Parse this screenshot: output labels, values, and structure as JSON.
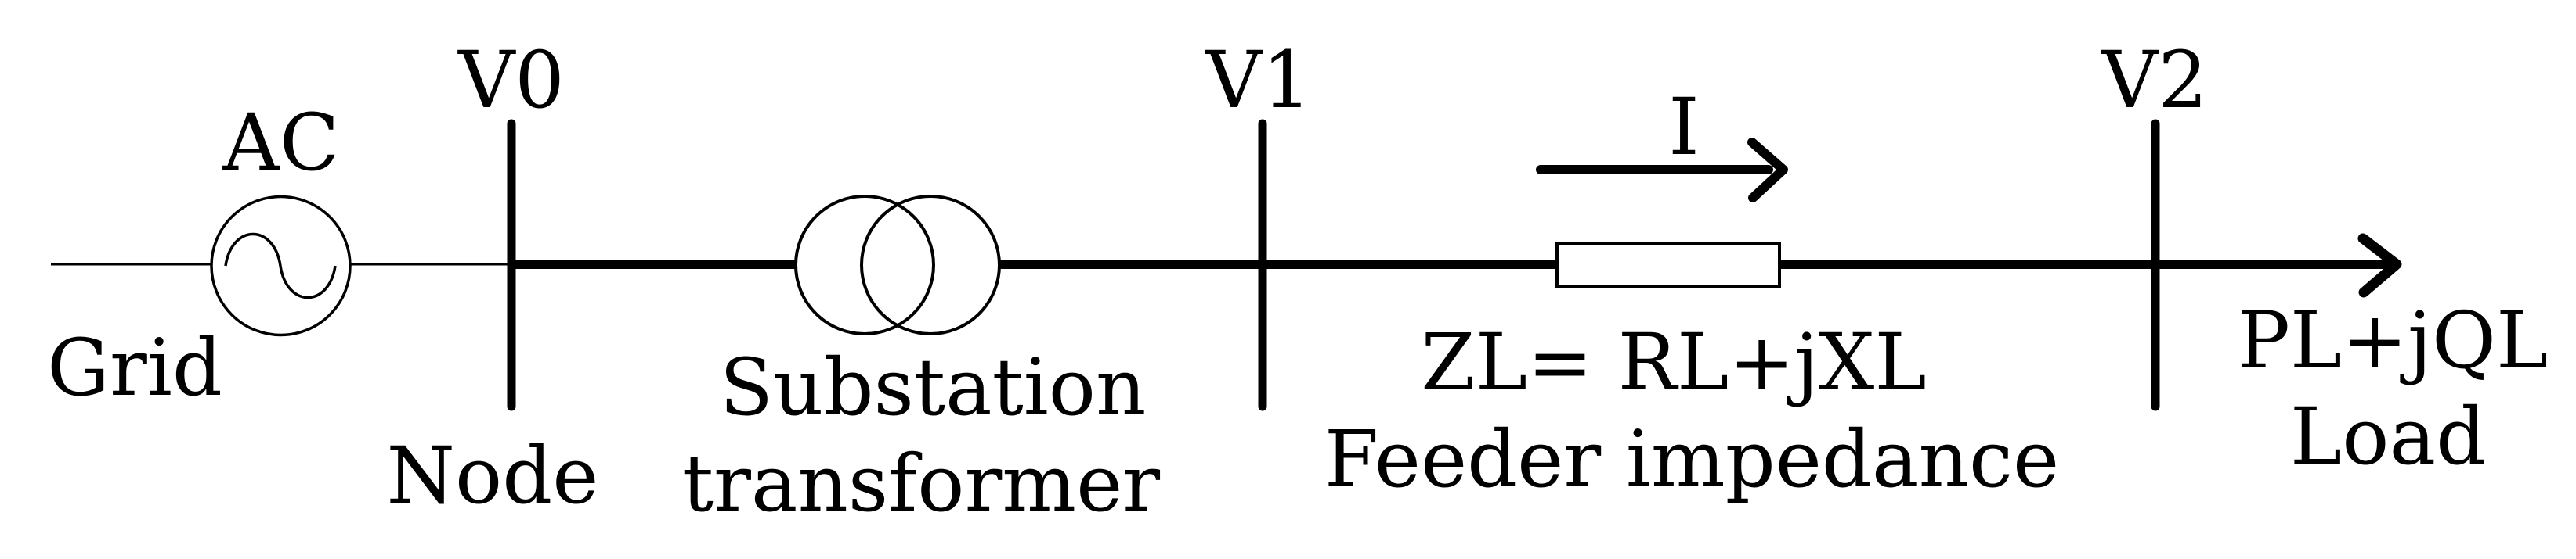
{
  "figure": {
    "background_color": "#ffffff",
    "line_color": "#000000",
    "grid_source": {
      "type": "AC",
      "name": "Grid"
    },
    "buses": [
      {
        "voltage": "V0",
        "name": "Node"
      },
      {
        "voltage": "V1"
      },
      {
        "voltage": "V2"
      }
    ],
    "transformer": {
      "name_line1": "Substation",
      "name_line2": "transformer"
    },
    "current_arrow": {
      "symbol": "I"
    },
    "feeder": {
      "formula": "ZL= RL+jXL",
      "name": "Feeder impedance"
    },
    "load": {
      "power": "PL+jQL",
      "name": "Load"
    }
  }
}
